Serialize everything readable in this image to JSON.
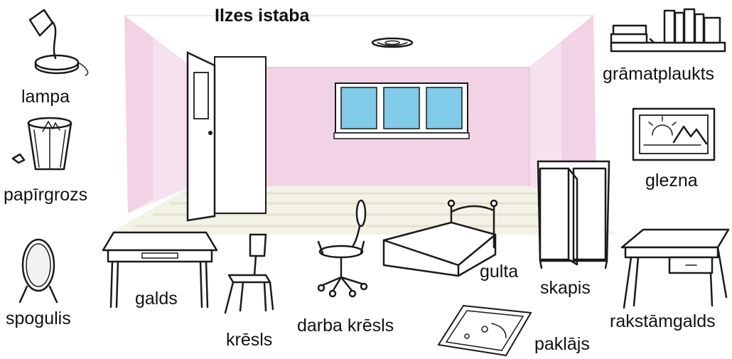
{
  "title": "Ilzes istaba",
  "labels": {
    "lampa": "lampa",
    "papirgrozs": "papīrgrozs",
    "spogulis": "spogulis",
    "galds": "galds",
    "kresls": "krēsls",
    "darba_kresls": "darba krēsls",
    "gulta": "gulta",
    "paklajs": "paklājs",
    "skapis": "skapis",
    "rakstamgalds": "rakstāmgalds",
    "gramatplaukts": "grāmatplaukts",
    "glezna": "glezna"
  },
  "icons": {
    "lampa": "desk-lamp-icon",
    "papirgrozs": "wastebasket-icon",
    "spogulis": "standing-mirror-icon",
    "galds": "table-icon",
    "kresls": "chair-icon",
    "darba_kresls": "office-chair-icon",
    "gulta": "bed-icon",
    "paklajs": "rug-icon",
    "skapis": "wardrobe-icon",
    "rakstamgalds": "writing-desk-icon",
    "gramatplaukts": "bookshelf-icon",
    "glezna": "painting-icon"
  },
  "colors": {
    "wall_pink": "#f2d3e6",
    "wall_side": "#f6e2ee",
    "floor": "#f3f2e6",
    "window_glass": "#7fcbe8"
  }
}
